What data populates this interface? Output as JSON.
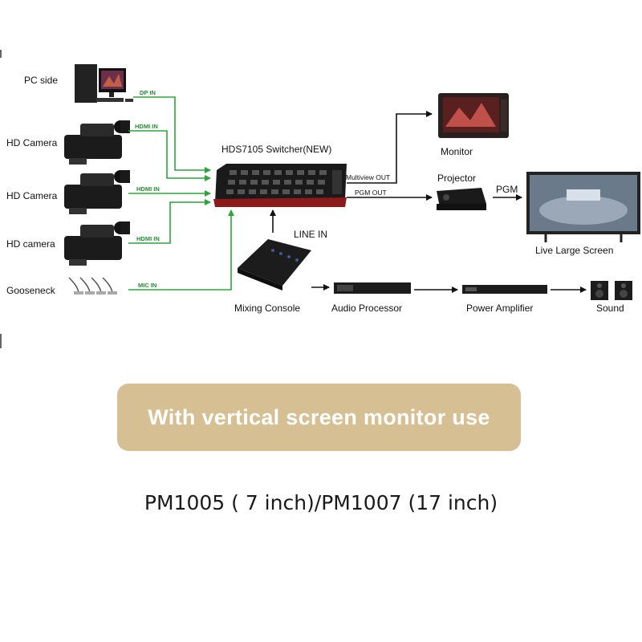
{
  "diagram": {
    "sources": {
      "pc": "PC side",
      "cam1": "HD Camera",
      "cam2": "HD Camera",
      "cam3": "HD camera",
      "gooseneck": "Gooseneck"
    },
    "signals": {
      "dp_in": "DP IN",
      "hdmi_in_1": "HDMI IN",
      "hdmi_in_2": "HDMI IN",
      "hdmi_in_3": "HDMI IN",
      "mic_in": "MIC IN",
      "line_in": "LINE IN",
      "multiview_out": "Multiview OUT",
      "pgm_out": "PGM OUT",
      "pgm": "PGM"
    },
    "devices": {
      "switcher": "HDS7105 Switcher(NEW)",
      "monitor": "Monitor",
      "projector": "Projector",
      "live_screen": "Live Large Screen",
      "mixing_console": "Mixing Console",
      "audio_processor": "Audio Processor",
      "power_amplifier": "Power Amplifier",
      "sound": "Sound"
    },
    "colors": {
      "video_line": "#2aa63a",
      "audio_line": "#111111",
      "switcher_body": "#1a1a1a",
      "switcher_base": "#8b1a1a"
    }
  },
  "banner": {
    "text": "With vertical screen monitor use",
    "color": "#d6bf93"
  },
  "models": "PM1005 ( 7 inch)/PM1007 (17 inch)"
}
